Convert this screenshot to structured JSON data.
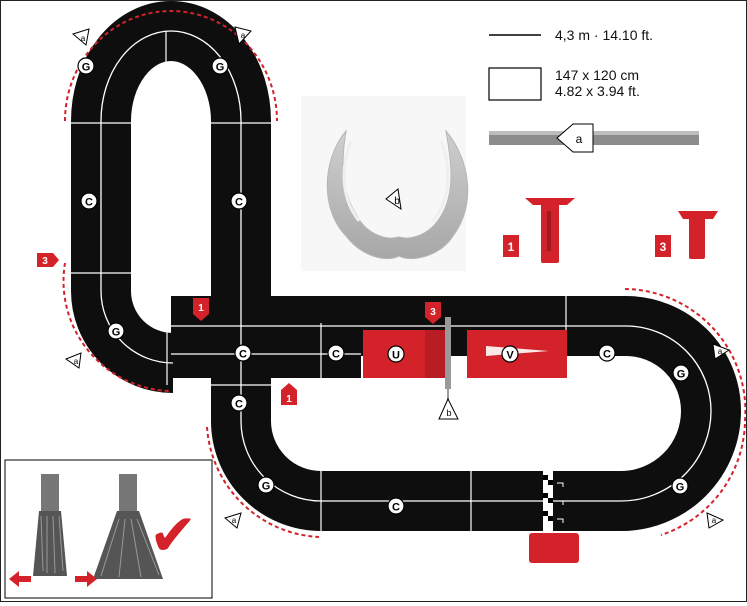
{
  "legend": {
    "length": "4,3 m · 14.10 ft.",
    "area_metric": "147 x 120 cm",
    "area_imperial": "4.82 x 3.94 ft.",
    "lane_change_part": "a"
  },
  "parts": {
    "curve": "G",
    "straight": "C",
    "lane_change_u": "U",
    "lane_change_v": "V",
    "guardrail_marker": "a",
    "fire_marker": "b",
    "support_1": "1",
    "support_3": "3"
  },
  "colors": {
    "track": "#0e0e0e",
    "lane_line": "#ffffff",
    "accent_red": "#d3222a",
    "dash_red": "#d3222a",
    "grey": "#9a9a9a"
  },
  "inset": {
    "check_mark": "✔"
  }
}
